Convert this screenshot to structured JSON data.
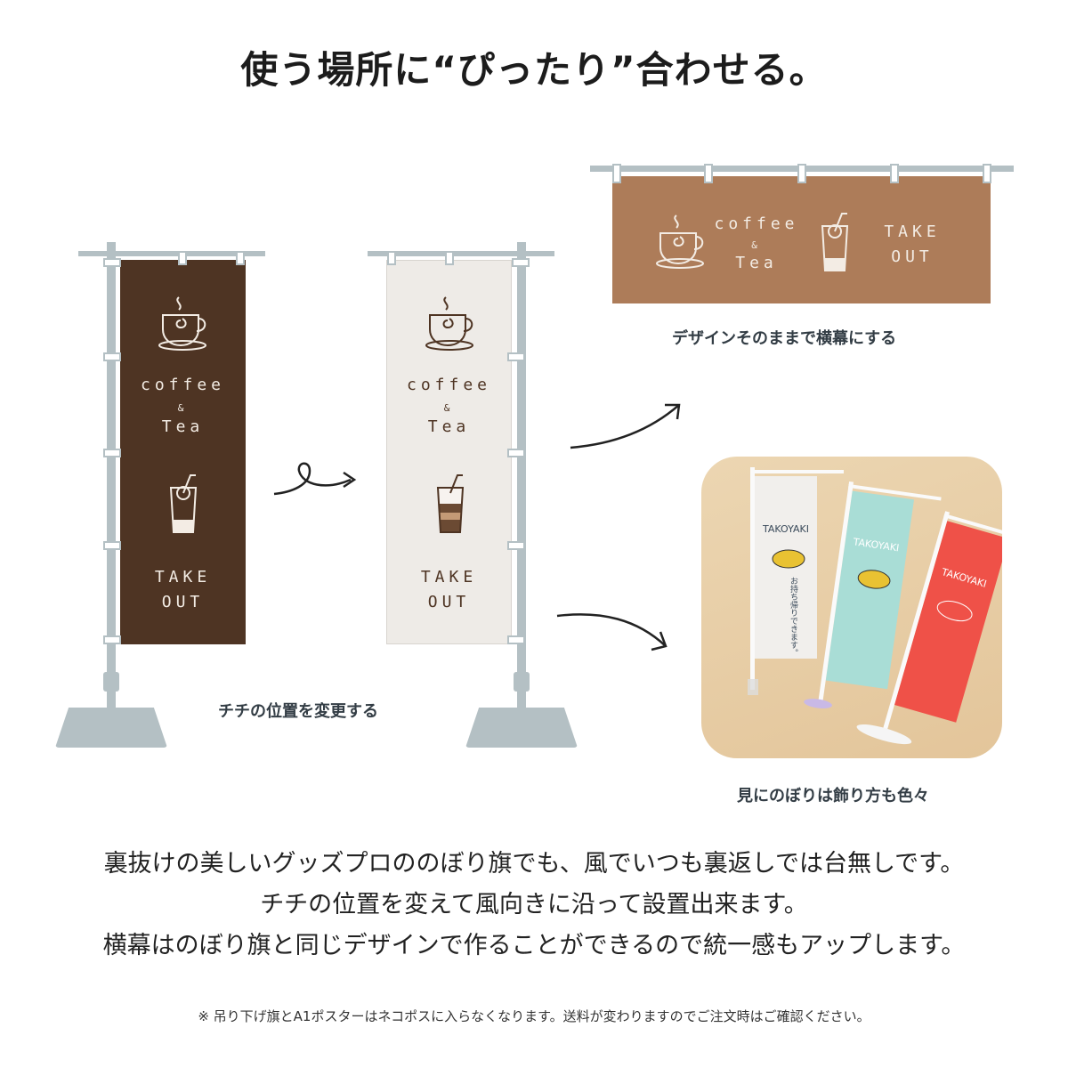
{
  "title": "使う場所に“ぴったり”合わせる。",
  "flags": {
    "coffee": "coffee",
    "amp": "&",
    "tea": "Tea",
    "take": "TAKE",
    "out": "OUT",
    "dark_color": "#4e3423",
    "light_color": "#eeebe7",
    "banner_color": "#ad7c59",
    "stand_color": "#b4c0c4"
  },
  "captions": {
    "change_position": "チチの位置を変更する",
    "horizontal": "デザインそのままで横幕にする",
    "various": "見にのぼりは飾り方も色々"
  },
  "photo": {
    "flag_text": "TAKOYAKI",
    "flag_sub": "お持ち帰りできます。",
    "flag_colors": [
      "#f1efec",
      "#a9ddd6",
      "#ef5148"
    ]
  },
  "body_lines": [
    "裏抜けの美しいグッズプロののぼり旗でも、風でいつも裏返しでは台無しです。",
    "チチの位置を変えて風向きに沿って設置出来ます。",
    "横幕はのぼり旗と同じデザインで作ることができるので統一感もアップします。"
  ],
  "footnote": "※ 吊り下げ旗とA1ポスターはネコポスに入らなくなります。送料が変わりますのでご注文時はご確認ください。"
}
